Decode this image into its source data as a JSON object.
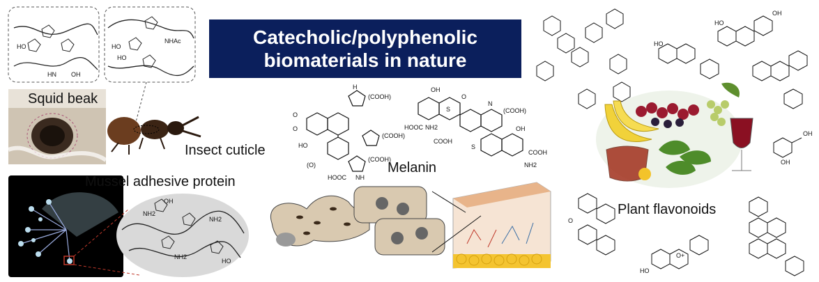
{
  "title": {
    "line1": "Catecholic/polyphenolic",
    "line2": "biomaterials in nature"
  },
  "labels": {
    "squid": "Squid beak",
    "insect": "Insect cuticle",
    "mussel": "Mussel adhesive protein",
    "melanin": "Melanin",
    "plant": "Plant flavonoids"
  },
  "chem_labels": {
    "oh": "OH",
    "ho": "HO",
    "nh": "NH",
    "hn": "HN",
    "nh2": "NH2",
    "nhac": "NHAc",
    "cooh": "(COOH)",
    "hooc": "HOOC",
    "cooh_plain": "COOH",
    "o_paren": "(O)",
    "s": "S",
    "n": "N",
    "o": "O",
    "h": "H",
    "o_plus": "O+"
  },
  "colors": {
    "title_bg": "#0b1f5c",
    "title_text": "#ffffff",
    "cell_fill": "#d9c9b0",
    "skin_top": "#e8b48a",
    "fat": "#f4c430",
    "mussel_bg": "#000000",
    "mussel_bubble": "#d9d9d9",
    "highlight_red": "#c0392b"
  }
}
